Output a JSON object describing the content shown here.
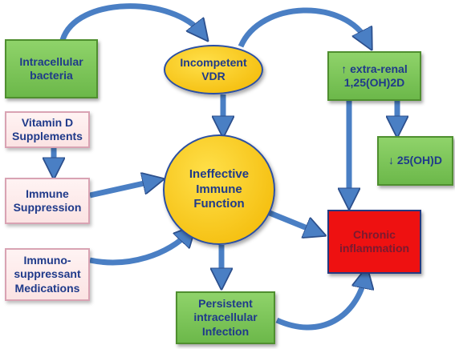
{
  "nodes": {
    "intracellular_bacteria": "Intracellular\nbacteria",
    "incompetent_vdr": "Incompetent\nVDR",
    "extra_renal": "↑ extra-renal\n1,25(OH)2D",
    "vitamin_d_supplements": "Vitamin D\nSupplements",
    "low_25ohd": "↓ 25(OH)D",
    "immune_suppression": "Immune\nSuppression",
    "ineffective_immune_function": "Ineffective\nImmune\nFunction",
    "chronic_inflammation": "Chronic\ninflammation",
    "immunosuppressant_medications": "Immuno-\nsuppressant\nMedications",
    "persistent_infection": "Persistent\nintracellular\nInfection"
  },
  "colors": {
    "arrow": "#4a7fc4",
    "arrow_edge": "#2c4f8c",
    "green_box": "#7cc65a",
    "pink_box": "#fdeaea",
    "yellow_ellipse": "#f7c800",
    "red_box": "#ee1111"
  }
}
